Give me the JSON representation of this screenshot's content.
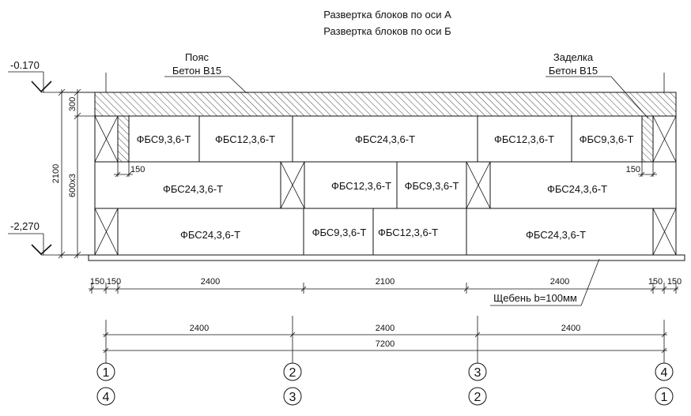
{
  "titles": [
    "Развертка блоков по оси А",
    "Развертка блоков по оси Б"
  ],
  "callouts": {
    "belt": [
      "Пояс",
      "Бетон В15"
    ],
    "embed": [
      "Заделка",
      "Бетон В15"
    ],
    "gravel": "Щебень b=100мм"
  },
  "levels": {
    "top": "-0.170",
    "bottom": "-2,270"
  },
  "vertical_dims": {
    "belt": "300",
    "rows": "600x3",
    "total": "2100"
  },
  "row1_blocks": [
    "ФБС9,3,6-Т",
    "ФБС12,3,6-Т",
    "ФБС24,3,6-Т",
    "ФБС12,3,6-Т",
    "ФБС9,3,6-Т"
  ],
  "row2_blocks": [
    "ФБС24,3,6-Т",
    "ФБС12,3,6-Т",
    "ФБС9,3,6-Т",
    "ФБС24,3,6-Т"
  ],
  "row3_blocks": [
    "ФБС24,3,6-Т",
    "ФБС9,3,6-Т",
    "ФБС12,3,6-Т",
    "ФБС24,3,6-Т"
  ],
  "small_dims": {
    "left_gap": "150",
    "right_gap": "150"
  },
  "dim_chain1": [
    "150",
    "150",
    "2400",
    "2100",
    "2400",
    "150",
    "150"
  ],
  "dim_chain2": [
    "2400",
    "2400",
    "2400"
  ],
  "dim_total": "7200",
  "axes_top": [
    "1",
    "2",
    "3",
    "4"
  ],
  "axes_bottom": [
    "4",
    "3",
    "2",
    "1"
  ]
}
